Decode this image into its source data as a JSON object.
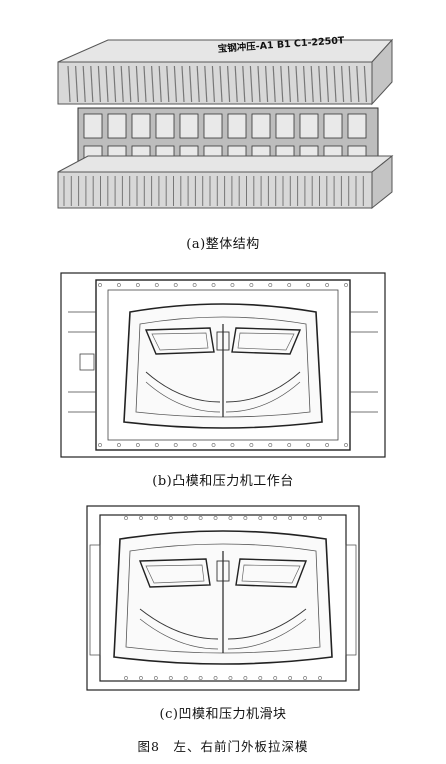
{
  "figure": {
    "die_label": "宝钢冲压-A1 B1 C1-2250T",
    "panels": [
      {
        "id": "a",
        "caption": "(a)整体结构"
      },
      {
        "id": "b",
        "caption": "(b)凸模和压力机工作台"
      },
      {
        "id": "c",
        "caption": "(c)凹模和压力机滑块"
      }
    ],
    "caption": "图8　左、右前门外板拉深模"
  },
  "colors": {
    "line": "#222222",
    "shade": "#c9c9c9",
    "light": "#efefef"
  }
}
